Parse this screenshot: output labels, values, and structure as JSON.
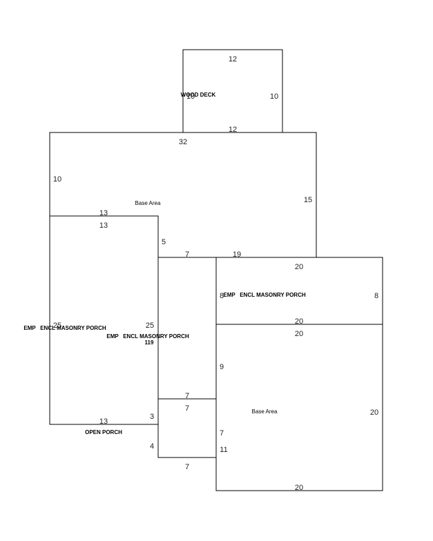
{
  "areas": {
    "wood_deck": "WOOD DECK",
    "base_area_top": "Base Area",
    "emp_left": "EMP   ENCL MASONRY PORCH",
    "emp_center": "EMP   ENCL MASONRY PORCH",
    "emp_center_area": "119",
    "emp_right": "EMP   ENCL MASONRY PORCH",
    "open_porch": "OPEN PORCH",
    "base_area_bottom": "Base Area"
  },
  "dimensions": {
    "deck_top": "12",
    "deck_left": "10",
    "deck_right": "10",
    "deck_bottom": "12",
    "base_top": "32",
    "base_left": "10",
    "base_right": "15",
    "base_step": "13",
    "porchL_top": "13",
    "porchL_right_upper": "5",
    "porchL_left": "25",
    "porchL_right": "25",
    "porchL_bottom": "13",
    "center_top": "7",
    "base_bottom_segment": "19",
    "porchR_top": "20",
    "porchR_left": "8",
    "porchR_right": "8",
    "porchR_bottom": "20",
    "baseB_top": "20",
    "baseB_left": "9",
    "baseB_right": "20",
    "baseB_bottom": "20",
    "baseB_left_lower": "7",
    "baseB_left_lowest": "11",
    "open_top_outer": "7",
    "open_top_inner": "7",
    "open_left_upper": "3",
    "open_left_lower": "4",
    "open_bottom": "7"
  }
}
